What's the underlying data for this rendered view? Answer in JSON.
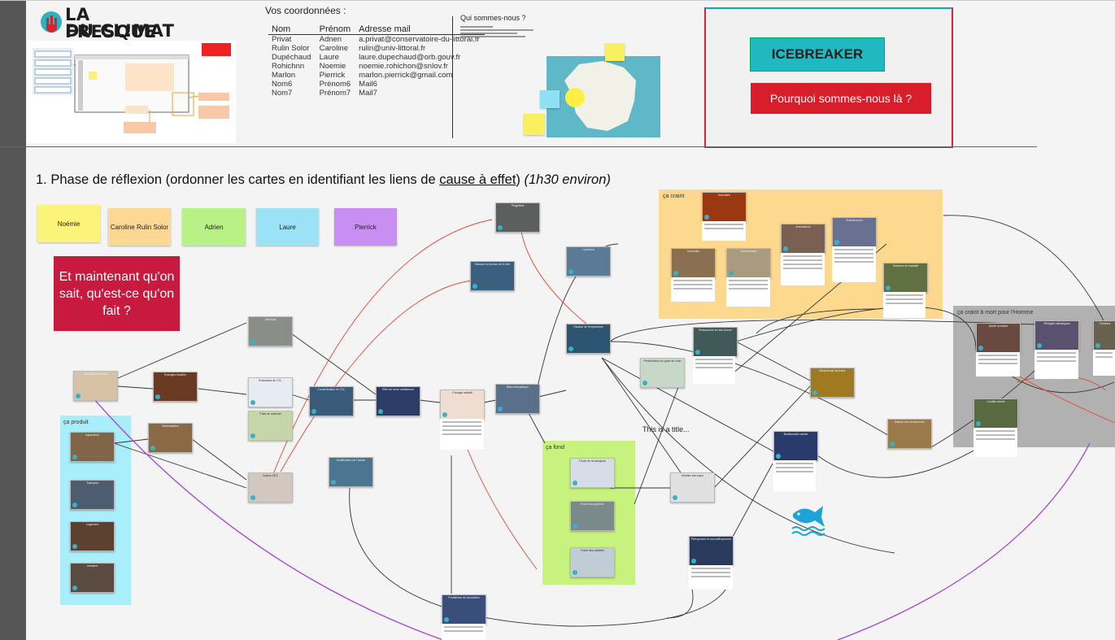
{
  "logo": {
    "line1": "LA FRESQUE",
    "line2": "DU CL!MAT"
  },
  "coords": {
    "title": "Vos coordonnées :",
    "headers": [
      "Nom",
      "Prénom",
      "Adresse mail"
    ],
    "rows": [
      [
        "Privat",
        "Adnen",
        "a.privat@conservatoire-du-littoral.fr"
      ],
      [
        "Rulin Solor",
        "Caroline",
        "rulin@univ-littoral.fr"
      ],
      [
        "Dupéchaud",
        "Laure",
        "laure.dupechaud@orb.gouv.fr"
      ],
      [
        "Rohichnn",
        "Noemie",
        "noemie.rohichon@snlov.fr"
      ],
      [
        "Marlon",
        "Pierrick",
        "marlon.pierrick@gmail.com"
      ],
      [
        "Nom6",
        "Prénom6",
        "Mail6"
      ],
      [
        "Nom7",
        "Prénom7",
        "Mail7"
      ]
    ]
  },
  "who": {
    "title": "Qui sommes-nous ?"
  },
  "icebreaker": {
    "title": "ICEBREAKER",
    "subtitle": "Pourquoi sommes-nous là ?"
  },
  "phase": {
    "prefix": "1. Phase de réflexion (ordonner les cartes en identifiant les liens de ",
    "underlined": "cause à effet",
    "suffix": ")",
    "duration": "(1h30 environ)"
  },
  "participants": [
    {
      "name": "Noémie",
      "color": "#fbf37a"
    },
    {
      "name": "Caroline Rulin Solor",
      "color": "#fcd893"
    },
    {
      "name": "Adrien",
      "color": "#b8f186"
    },
    {
      "name": "Laure",
      "color": "#9be2f6"
    },
    {
      "name": "Pierrick",
      "color": "#c98ef2"
    }
  ],
  "cta": "Et maintenant qu'on sait, qu'est-ce qu'on fait ?",
  "zones": {
    "produit": "ça produit",
    "craint": "ça craint",
    "fond": "ça fond",
    "homme": "ça craint à mort pour l'Homme"
  },
  "side_text": "This is a title...",
  "cards": [
    "Activités humaines",
    "Énergies fossiles",
    "Aérosols",
    "Émissions de CO₂",
    "Concentration en CO₂",
    "Effet de serre additionnel",
    "Forçage radiatif",
    "Bilan énergétique",
    "Déforestation",
    "Puits de carbone",
    "Autres GES",
    "Acidification de l'océan",
    "Agriculture",
    "Transport",
    "Logement",
    "Industrie",
    "Hausse de température",
    "Cyclones",
    "Pergélisol",
    "Hausse du niveau de la mer",
    "Incendies",
    "Canicules",
    "Sécheresses",
    "Inondations",
    "Submersions",
    "Vecteurs de maladie",
    "Biodiversité terrestre",
    "Biodiversité marine",
    "Ressources en eau douce",
    "Perturbation du cycle de l'eau",
    "Fonte de la banquise",
    "Fonte des glaciers",
    "Fonte des calottes",
    "Montée des eaux",
    "Ptéropodes et coccolithophores",
    "Problèmes de circulation",
    "Santé humaine",
    "Réfugiés climatiques",
    "Famines",
    "Conflits armés",
    "Baisse des rendements"
  ]
}
